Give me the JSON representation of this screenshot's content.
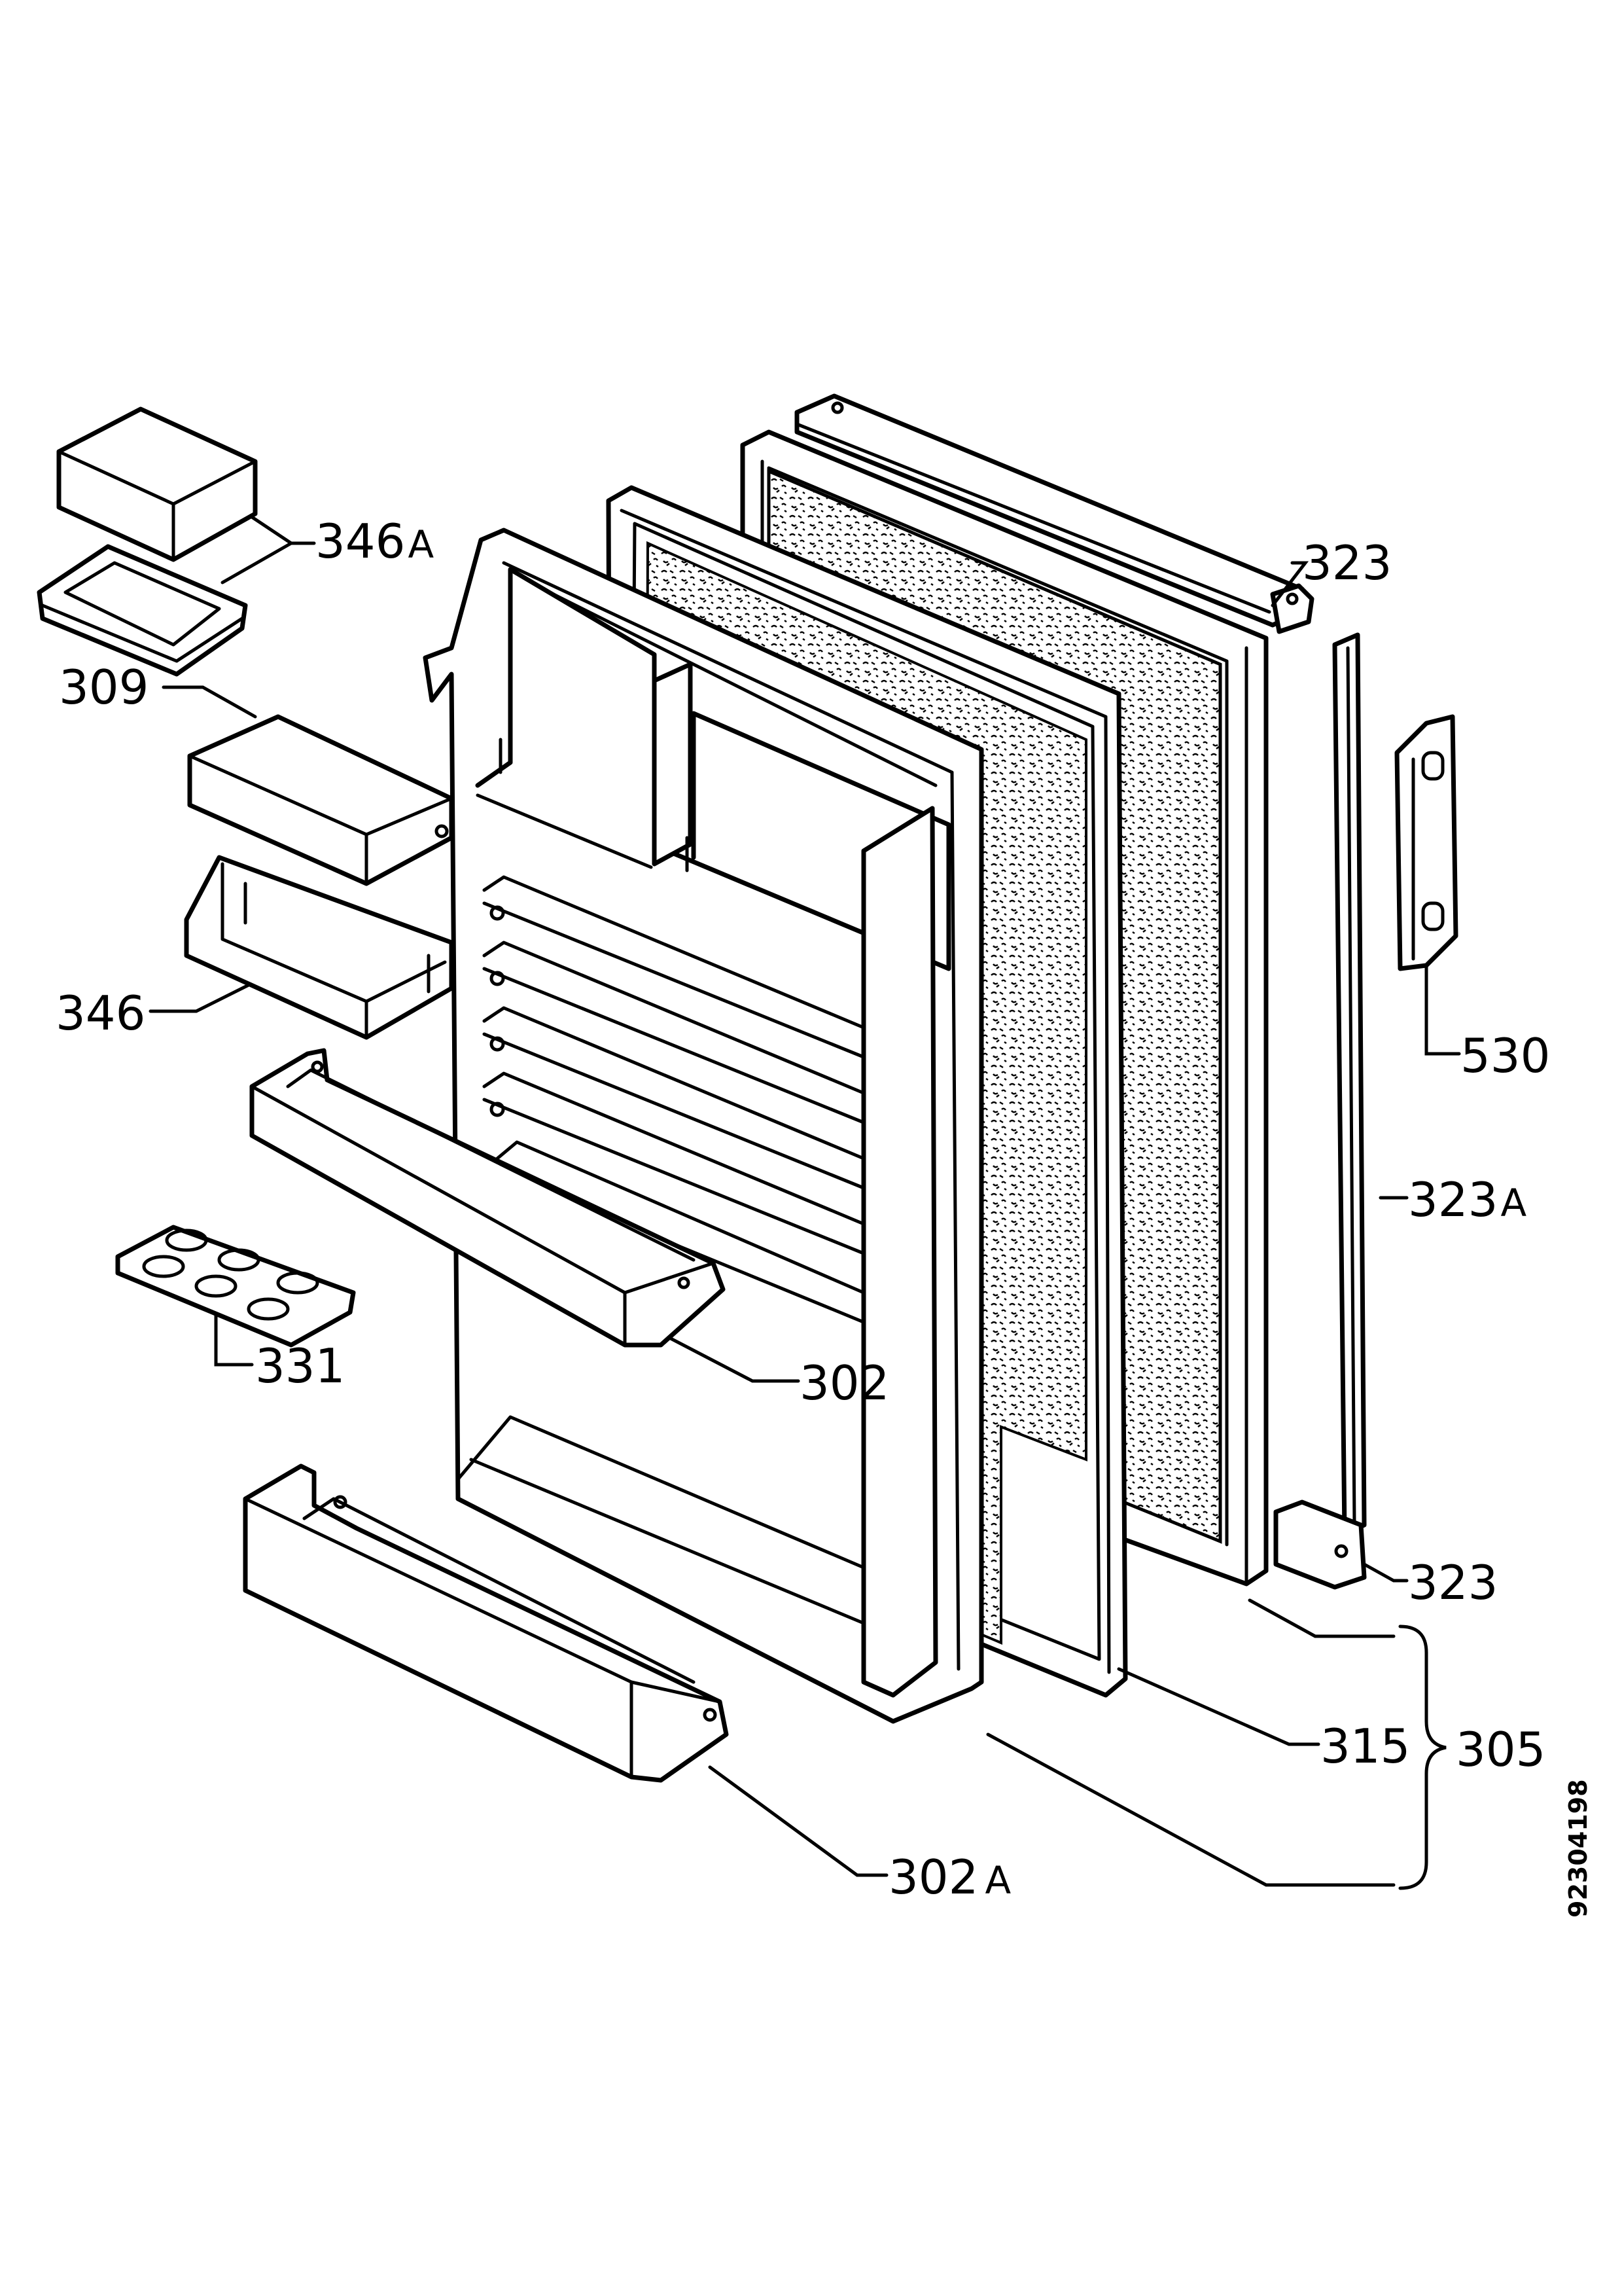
{
  "diagram": {
    "document_number": "92304198",
    "callouts": [
      {
        "id": "346A",
        "number": "346",
        "suffix": "A"
      },
      {
        "id": "309",
        "number": "309",
        "suffix": ""
      },
      {
        "id": "346",
        "number": "346",
        "suffix": ""
      },
      {
        "id": "331",
        "number": "331",
        "suffix": ""
      },
      {
        "id": "302",
        "number": "302",
        "suffix": ""
      },
      {
        "id": "302A",
        "number": "302",
        "suffix": "A"
      },
      {
        "id": "323-top",
        "number": "323",
        "suffix": ""
      },
      {
        "id": "530",
        "number": "530",
        "suffix": ""
      },
      {
        "id": "323A",
        "number": "323",
        "suffix": "A"
      },
      {
        "id": "323-bottom",
        "number": "323",
        "suffix": ""
      },
      {
        "id": "315",
        "number": "315",
        "suffix": ""
      },
      {
        "id": "305",
        "number": "305",
        "suffix": ""
      }
    ]
  },
  "colors": {
    "line": "#000000",
    "background": "#ffffff"
  }
}
